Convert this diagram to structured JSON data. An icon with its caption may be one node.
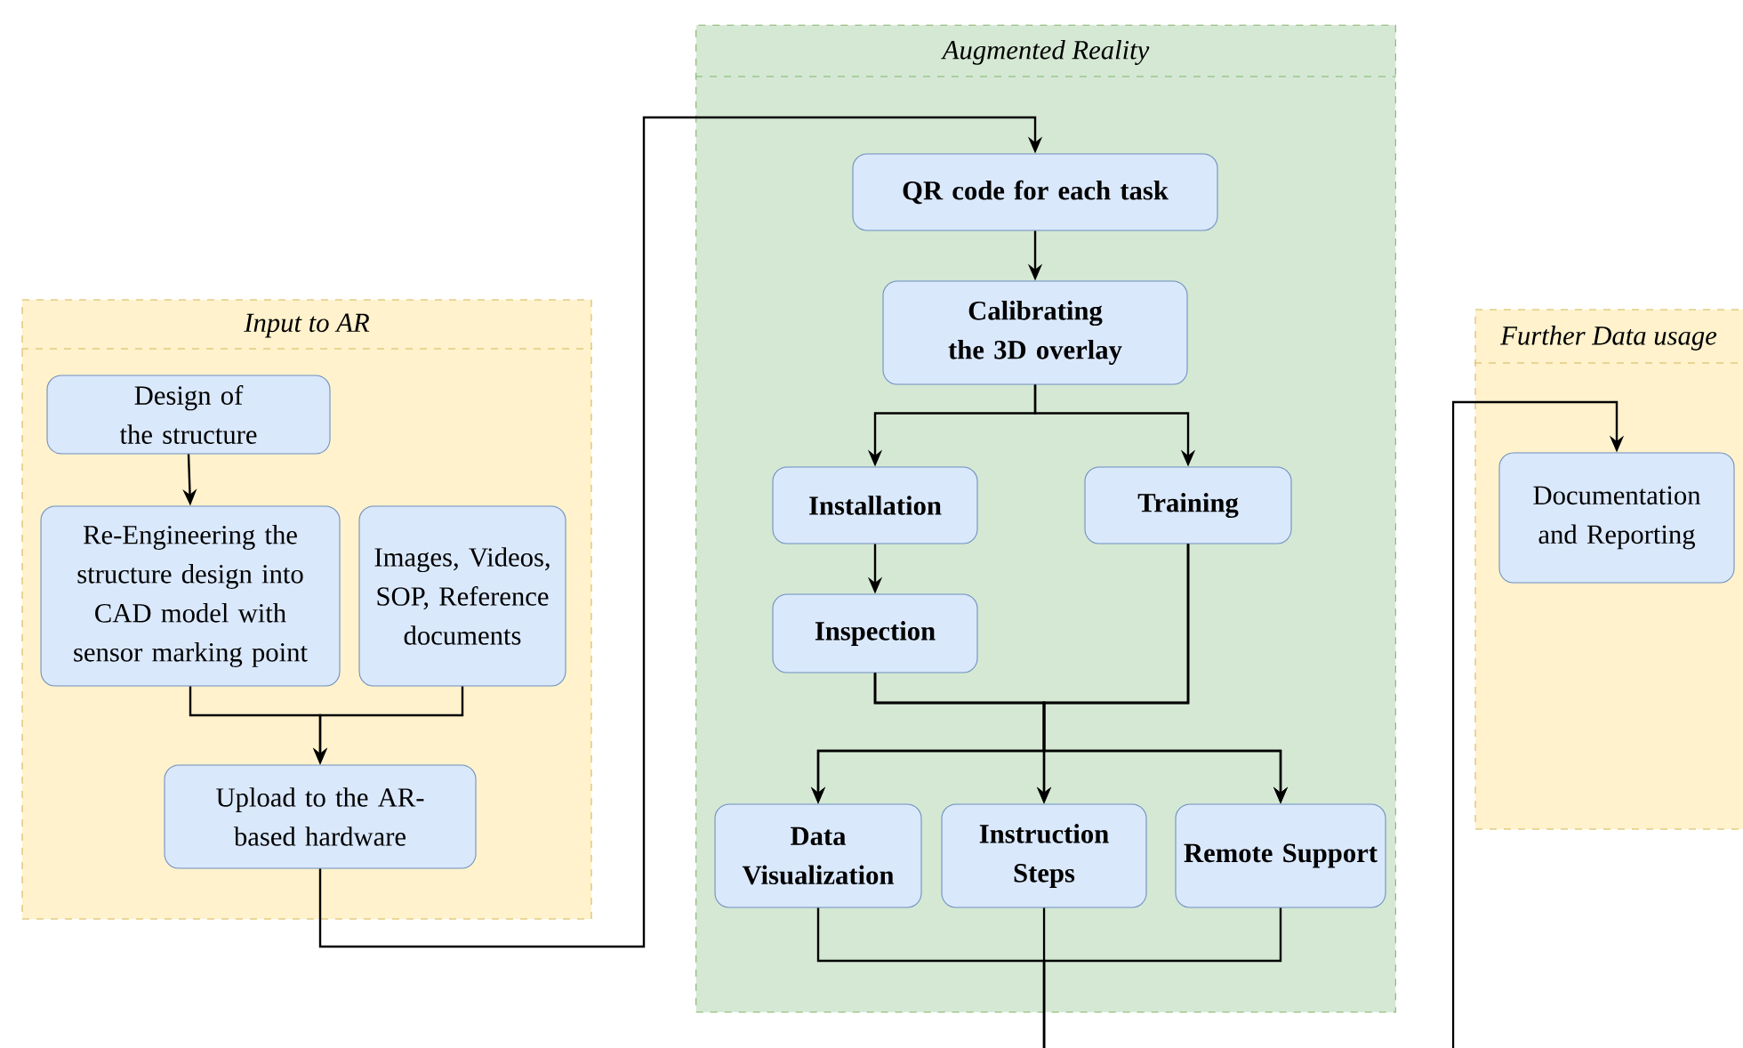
{
  "diagram": {
    "nodes": [
      {
        "text": [
          "Input to AR"
        ]
      },
      {
        "text": [
          "Design of the structure"
        ],
        "in": 0
      },
      {
        "text": [
          "Re-Engineering the structure design into CAD model with sensor marking point"
        ],
        "in": 0
      },
      {
        "text": [
          "Images, Videos, SOP, Reference documents"
        ],
        "in": 0
      },
      {
        "text": [
          "Upload to the AR-based hardware"
        ],
        "in": 0
      },
      {
        "text": [
          "Augmented Reality"
        ]
      },
      {
        "text": [
          "QR code for each task"
        ],
        "in": 5
      },
      {
        "text": [
          "Calibrating the 3D overlay"
        ],
        "in": 5
      },
      {
        "text": [
          "Installation"
        ],
        "in": 5
      },
      {
        "text": [
          "Training"
        ],
        "in": 5
      },
      {
        "text": [
          "Inspection"
        ],
        "in": 5
      },
      {
        "text": [
          "Data Visualization"
        ],
        "in": 5
      },
      {
        "text": [
          "Instruction Steps"
        ],
        "in": 5
      },
      {
        "text": [
          "Remote Support"
        ],
        "in": 5
      },
      {
        "text": [
          "Further Data usage"
        ]
      },
      {
        "text": [
          "Documentation and Reporting"
        ],
        "in": 14
      }
    ],
    "edges": [
      {
        "from": 1,
        "to": 2,
        "arrow": "to"
      },
      {
        "from": 2,
        "to": 4,
        "arrow": "to"
      },
      {
        "from": 3,
        "to": 4,
        "arrow": "to"
      },
      {
        "from": 4,
        "to": 6,
        "arrow": "to"
      },
      {
        "from": 6,
        "to": 7,
        "arrow": "to"
      },
      {
        "from": 7,
        "to": 8,
        "arrow": "to"
      },
      {
        "from": 7,
        "to": 9,
        "arrow": "to"
      },
      {
        "from": 8,
        "to": 10,
        "arrow": "to"
      },
      {
        "from": 10,
        "to": 11,
        "arrow": "to"
      },
      {
        "from": 10,
        "to": 12,
        "arrow": "to"
      },
      {
        "from": 10,
        "to": 13,
        "arrow": "to"
      },
      {
        "from": 9,
        "to": 11,
        "arrow": "to"
      },
      {
        "from": 9,
        "to": 12,
        "arrow": "to"
      },
      {
        "from": 9,
        "to": 13,
        "arrow": "to"
      },
      {
        "from": 11,
        "to": null,
        "arrow": "none"
      },
      {
        "from": 12,
        "to": null,
        "arrow": "none"
      },
      {
        "from": 13,
        "to": null,
        "arrow": "none"
      },
      {
        "from": null,
        "to": 15,
        "arrow": "to"
      }
    ]
  }
}
